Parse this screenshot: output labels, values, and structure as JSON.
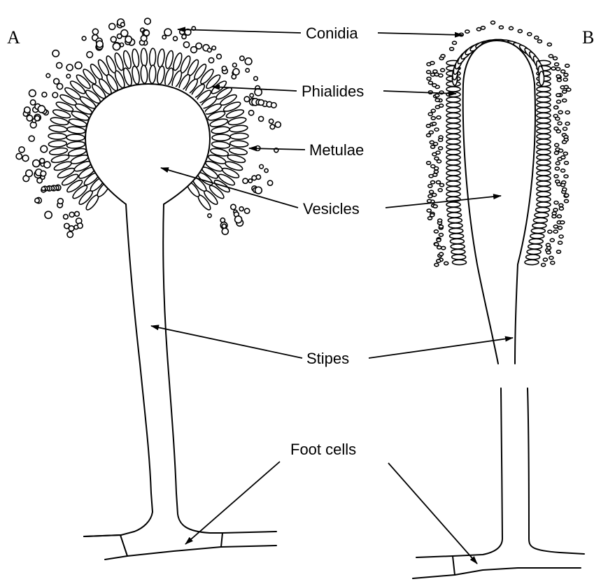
{
  "panels": {
    "a": "A",
    "b": "B"
  },
  "labels": {
    "conidia": "Conidia",
    "phialides": "Phialides",
    "metulae": "Metulae",
    "vesicles": "Vesicles",
    "stipes": "Stipes",
    "foot_cells": "Foot cells"
  }
}
